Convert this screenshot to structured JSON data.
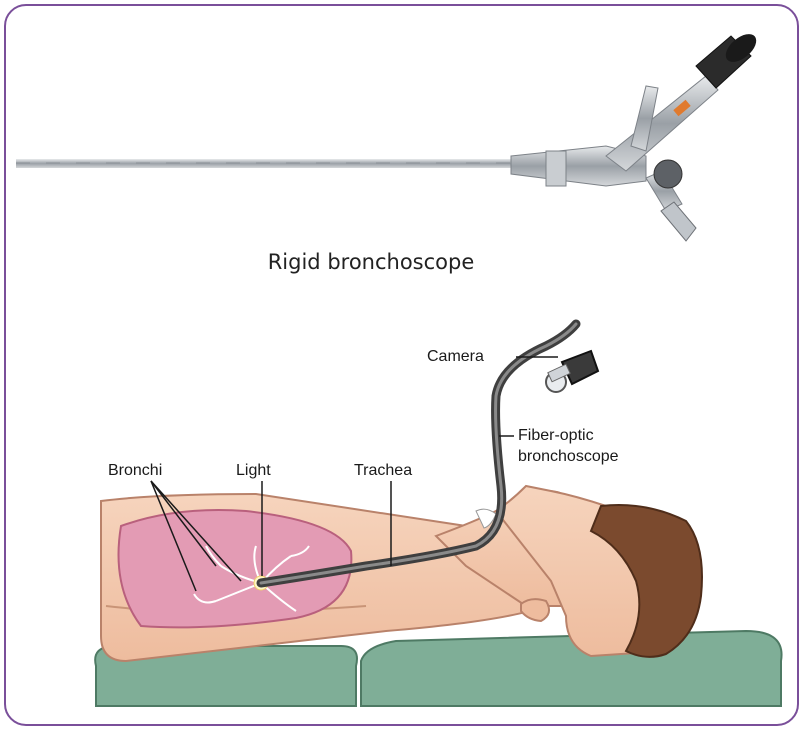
{
  "figure": {
    "caption": "Rigid bronchoscope",
    "labels": {
      "camera": "Camera",
      "fiber_optic": "Fiber-optic",
      "bronchoscope": "bronchoscope",
      "bronchi": "Bronchi",
      "light": "Light",
      "trachea": "Trachea"
    }
  },
  "colors": {
    "frame": "#7a4f9a",
    "skin": "#f4cdb4",
    "lung": "#e39bb4",
    "hair": "#7b4a2e",
    "pillow": "#7fae97",
    "metal": "#b7bcc2"
  }
}
